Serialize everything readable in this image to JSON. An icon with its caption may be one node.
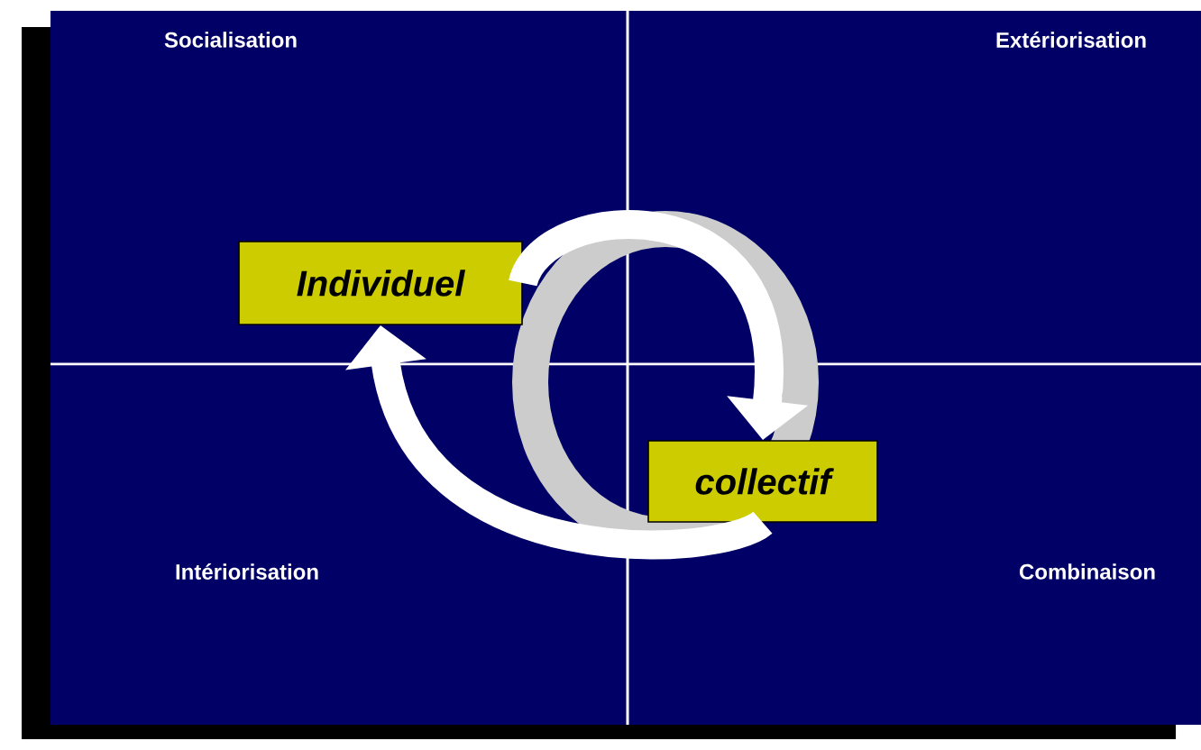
{
  "diagram": {
    "nodes": [
      {
        "text": [
          "Individuel"
        ]
      },
      {
        "text": [
          "collectif"
        ]
      }
    ],
    "edges": [
      {
        "from": 0,
        "to": 1,
        "arrow": "to"
      },
      {
        "from": 1,
        "to": 0,
        "arrow": "to"
      }
    ],
    "labels": [
      "Socialisation",
      "Extériorisation",
      "Intériorisation",
      "Combinaison"
    ]
  }
}
